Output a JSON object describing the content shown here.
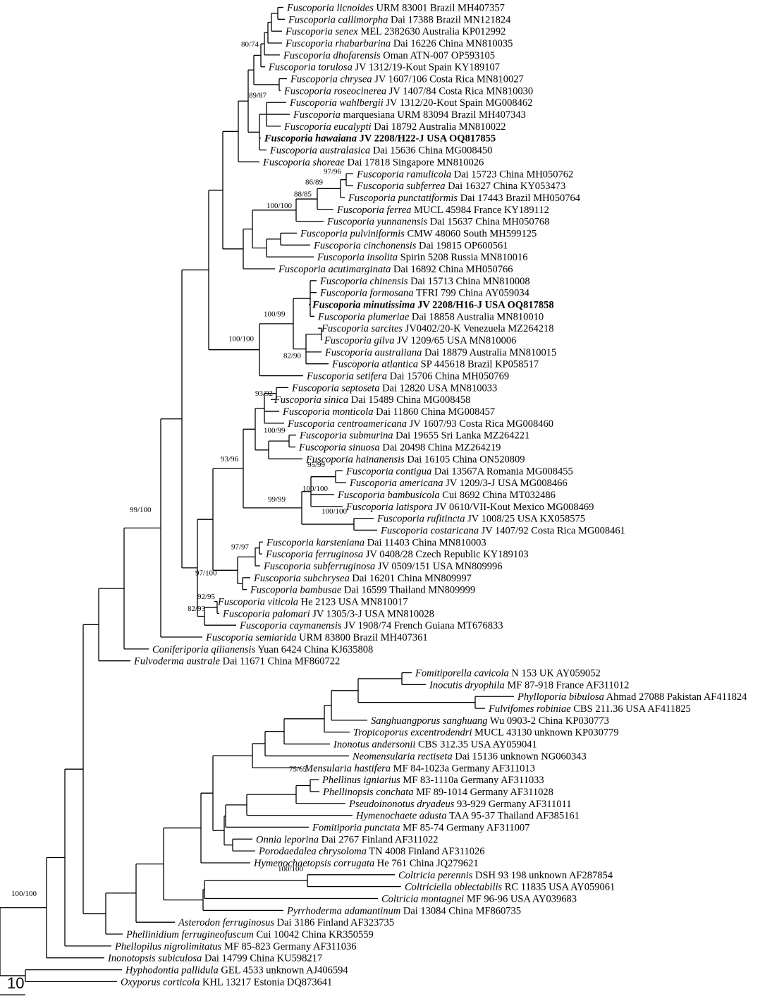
{
  "scale_bar": {
    "label": "10"
  },
  "taxa": [
    {
      "genus": "Fuscoporia licnoides",
      "info": " URM 83001 Brazil MH407357"
    },
    {
      "genus": "Fuscoporia callimorpha",
      "info": " Dai 17388 Brazil MN121824"
    },
    {
      "genus": "Fuscoporia senex",
      "info": " MEL 2382630 Australia KP012992"
    },
    {
      "genus": "Fuscoporia rhabarbarina",
      "info": " Dai 16226 China MN810035"
    },
    {
      "genus": "Fuscoporia dhofarensis",
      "info": " Oman ATN-007 OP593105"
    },
    {
      "genus": "Fuscoporia torulosa",
      "info": " JV 1312/19-Kout Spain KY189107"
    },
    {
      "genus": "Fuscoporia chrysea",
      "info": " JV 1607/106 Costa Rica MN810027"
    },
    {
      "genus": "Fuscoporia roseocinerea",
      "info": " JV 1407/84 Costa Rica MN810030"
    },
    {
      "genus": "Fuscoporia wahlbergii",
      "info": " JV 1312/20-Kout Spain MG008462"
    },
    {
      "genus": "Fuscoporia",
      "info": " marquesiana URM 83094 Brazil MH407343"
    },
    {
      "genus": "Fuscoporia eucalypti",
      "info": " Dai 18792 Australia MN810022"
    },
    {
      "genus": "Fuscoporia hawaiana",
      "info": " JV 2208/H22-J USA OQ817855",
      "bold": true
    },
    {
      "genus": "Fuscoporia australasica",
      "info": " Dai 15636 China MG008450"
    },
    {
      "genus": "Fuscoporia shoreae",
      "info": " Dai 17818 Singapore MN810026"
    },
    {
      "genus": "Fuscoporia ramulicola",
      "info": " Dai 15723 China MH050762"
    },
    {
      "genus": "Fuscoporia subferrea",
      "info": " Dai 16327 China KY053473"
    },
    {
      "genus": "Fuscoporia punctatiformis",
      "info": " Dai 17443 Brazil MH050764"
    },
    {
      "genus": "Fuscoporia ferrea",
      "info": " MUCL 45984 France KY189112"
    },
    {
      "genus": "Fuscoporia yunnanensis",
      "info": " Dai 15637 China MH050768"
    },
    {
      "genus": "Fuscoporia pulviniformis",
      "info": " CMW 48060 South MH599125"
    },
    {
      "genus": "Fuscoporia cinchonensis",
      "info": " Dai 19815 OP600561"
    },
    {
      "genus": "Fuscoporia insolita",
      "info": " Spirin 5208 Russia MN810016"
    },
    {
      "genus": "Fuscoporia acutimarginata",
      "info": " Dai 16892 China MH050766"
    },
    {
      "genus": "Fuscoporia chinensis",
      "info": " Dai 15713 China MN810008"
    },
    {
      "genus": "Fuscoporia formosana",
      "info": " TFRI 799 China AY059034"
    },
    {
      "genus": "Fuscoporia minutissima",
      "info": " JV 2208/H16-J USA OQ817858",
      "bold": true
    },
    {
      "genus": "Fuscoporia plumeriae",
      "info": " Dai 18858 Australia MN810010"
    },
    {
      "genus": "Fuscoporia sarcites",
      "info": " JV0402/20-K Venezuela MZ264218"
    },
    {
      "genus": "Fuscoporia gilva",
      "info": " JV 1209/65 USA MN810006"
    },
    {
      "genus": "Fuscoporia australiana",
      "info": " Dai 18879 Australia MN810015"
    },
    {
      "genus": "Fuscoporia atlantica",
      "info": " SP 445618 Brazil KP058517"
    },
    {
      "genus": "Fuscoporia setifera",
      "info": " Dai 15706 China MH050769"
    },
    {
      "genus": "Fuscoporia septoseta",
      "info": " Dai 12820 USA MN810033"
    },
    {
      "genus": "Fuscoporia sinica",
      "info": " Dai 15489 China MG008458"
    },
    {
      "genus": "Fuscoporia monticola",
      "info": " Dai 11860 China MG008457"
    },
    {
      "genus": "Fuscoporia centroamericana",
      "info": " JV 1607/93 Costa Rica MG008460"
    },
    {
      "genus": "Fuscoporia submurina",
      "info": " Dai 19655 Sri Lanka MZ264221"
    },
    {
      "genus": "Fuscoporia sinuosa",
      "info": " Dai 20498 China MZ264219"
    },
    {
      "genus": "Fuscoporia hainanensis",
      "info": " Dai 16105 China ON520809"
    },
    {
      "genus": "Fuscoporia contigua",
      "info": " Dai 13567A Romania MG008455"
    },
    {
      "genus": "Fuscoporia americana",
      "info": " JV 1209/3-J USA MG008466"
    },
    {
      "genus": "Fuscoporia bambusicola",
      "info": " Cui 8692 China MT032486"
    },
    {
      "genus": "Fuscoporia latispora",
      "info": " JV 0610/VII-Kout Mexico MG008469"
    },
    {
      "genus": "Fuscoporia rufitincta",
      "info": " JV 1008/25 USA KX058575"
    },
    {
      "genus": "Fuscoporia costaricana",
      "info": " JV 1407/92 Costa Rica MG008461"
    },
    {
      "genus": "Fuscoporia karsteniana",
      "info": " Dai 11403 China MN810003"
    },
    {
      "genus": "Fuscoporia ferruginosa",
      "info": " JV 0408/28 Czech Republic KY189103"
    },
    {
      "genus": "Fuscoporia subferruginosa",
      "info": " JV 0509/151 USA MN809996"
    },
    {
      "genus": "Fuscoporia subchrysea",
      "info": " Dai 16201 China MN809997"
    },
    {
      "genus": "Fuscoporia bambusae",
      "info": " Dai 16599 Thailand MN809999"
    },
    {
      "genus": "Fuscoporia viticola",
      "info": " He 2123 USA MN810017"
    },
    {
      "genus": "Fuscoporia palomari",
      "info": " JV 1305/3-J USA MN810028"
    },
    {
      "genus": "Fuscoporia caymanensis",
      "info": " JV 1908/74 French Guiana MT676833"
    },
    {
      "genus": "Fuscoporia semiarida",
      "info": " URM 83800 Brazil MH407361"
    },
    {
      "genus": "Coniferiporia qilianensis",
      "info": " Yuan 6424 China KJ635808"
    },
    {
      "genus": "Fulvoderma australe",
      "info": " Dai 11671 China MF860722"
    },
    {
      "genus": "Fomitiporella cavicola",
      "info": " N 153 UK AY059052"
    },
    {
      "genus": "Inocutis dryophila",
      "info": " MF 87-918 France AF311012"
    },
    {
      "genus": "Phylloporia bibulosa",
      "info": " Ahmad 27088 Pakistan AF411824"
    },
    {
      "genus": "Fulvifomes robiniae",
      "info": " CBS 211.36 USA AF411825"
    },
    {
      "genus": "Sanghuangporus sanghuang",
      "info": " Wu 0903-2 China KP030773"
    },
    {
      "genus": "Tropicoporus excentrodendri",
      "info": " MUCL 43130 unknown KP030779"
    },
    {
      "genus": "Inonotus andersonii",
      "info": " CBS 312.35 USA AY059041"
    },
    {
      "genus": "Neomensularia rectiseta",
      "info": " Dai 15136 unknown NG060343"
    },
    {
      "genus": "Mensularia hastifera",
      "info": " MF 84-1023a Germany AF311013"
    },
    {
      "genus": "Phellinus igniarius",
      "info": " MF 83-1110a Germany AF311033"
    },
    {
      "genus": "Phellinopsis conchata",
      "info": " MF 89-1014 Germany AF311028"
    },
    {
      "genus": "Pseudoinonotus dryadeus",
      "info": " 93-929 Germany AF311011"
    },
    {
      "genus": "Hymenochaete adusta",
      "info": " TAA 95-37 Thailand AF385161"
    },
    {
      "genus": "Fomitiporia punctata",
      "info": " MF 85-74 Germany AF311007"
    },
    {
      "genus": "Onnia leporina",
      "info": " Dai 2767 Finland AF311022"
    },
    {
      "genus": "Porodaedalea chrysoloma",
      "info": " TN 4008 Finland AF311026"
    },
    {
      "genus": "Hymenochaetopsis corrugata",
      "info": " He 761 China JQ279621"
    },
    {
      "genus": "Coltricia perennis",
      "info": " DSH 93 198 unknown AF287854"
    },
    {
      "genus": "Coltriciella oblectabilis",
      "info": " RC 11835 USA AY059061"
    },
    {
      "genus": "Coltricia montagnei",
      "info": " MF 96-96 USA AY039683"
    },
    {
      "genus": "Pyrrhoderma adamantinum",
      "info": " Dai 13084 China MF860735"
    },
    {
      "genus": "Asterodon ferruginosus",
      "info": " Dai 3186 Finland AF323735"
    },
    {
      "genus": "Phellinidium ferrugineofuscum",
      "info": " Cui 10042 China KR350559"
    },
    {
      "genus": "Phellopilus nigrolimitatus",
      "info": " MF 85-823 Germany AF311036"
    },
    {
      "genus": "Inonotopsis subiculosa",
      "info": " Dai 14799 China KU598217"
    },
    {
      "genus": "Hyphodontia pallidula",
      "info": " GEL 4533 unknown AJ406594"
    },
    {
      "genus": "Oxyporus corticola",
      "info": " KHL 13217 Estonia DQ873641"
    }
  ],
  "supports": [
    "80/74",
    "89/87",
    "97/96",
    "86/89",
    "88/85",
    "100/100",
    "100/99",
    "100/100",
    "82/90",
    "93/92",
    "100/99",
    "93/96",
    "95/99",
    "100/100",
    "99/99",
    "100/100",
    "97/97",
    "97/100",
    "92/95",
    "82/93",
    "99/100",
    "75/65",
    "100/100",
    "100/100"
  ]
}
